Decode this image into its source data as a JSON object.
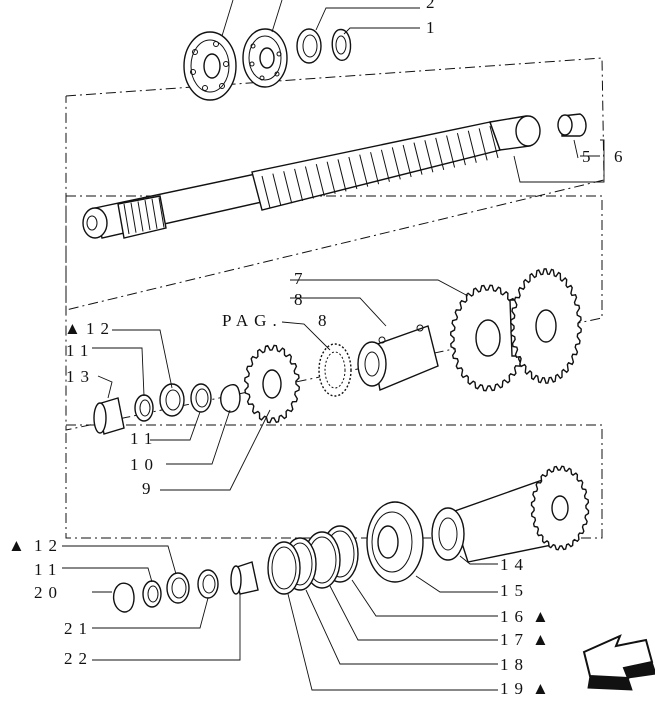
{
  "callouts": {
    "c1": "1",
    "c2": "2",
    "c5": "5",
    "c6": "6",
    "c7": "7",
    "c8": "8",
    "c9": "9",
    "c10": "10",
    "c11a": "11",
    "c11b": "11",
    "c11c": "11",
    "c12a": "12",
    "c12b": "12",
    "c13": "13",
    "c14": "14",
    "c15": "15",
    "c16": "16",
    "c17": "17",
    "c18": "18",
    "c19": "19",
    "c20": "20",
    "c21": "21",
    "c22": "22",
    "pag": "PAG.",
    "pag_num": "8"
  },
  "symbols": {
    "marker": "▲"
  }
}
